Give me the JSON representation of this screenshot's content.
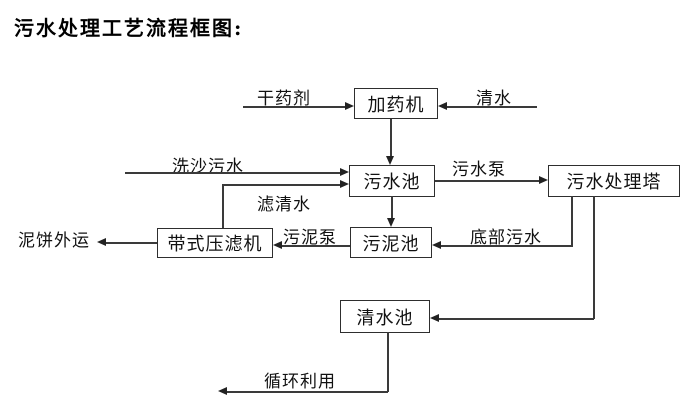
{
  "title": "污水处理工艺流程框图:",
  "diagram": {
    "nodes": {
      "dosing_machine": "加药机",
      "sewage_pool": "污水池",
      "treatment_tower": "污水处理塔",
      "belt_filter_press": "带式压滤机",
      "sludge_pool": "污泥池",
      "clean_water_pool": "清水池"
    },
    "flow_labels": {
      "dry_chemical": "干药剂",
      "clean_water": "清水",
      "sand_washing_sewage": "洗沙污水",
      "sewage_pump": "污水泵",
      "filtered_water": "滤清水",
      "sludge_pump": "污泥泵",
      "bottom_sewage": "底部污水",
      "mud_cake_out": "泥饼外运",
      "recycle": "循环利用"
    },
    "colors": {
      "line": "#3a3a3a",
      "text": "#111111",
      "background": "#ffffff"
    }
  }
}
